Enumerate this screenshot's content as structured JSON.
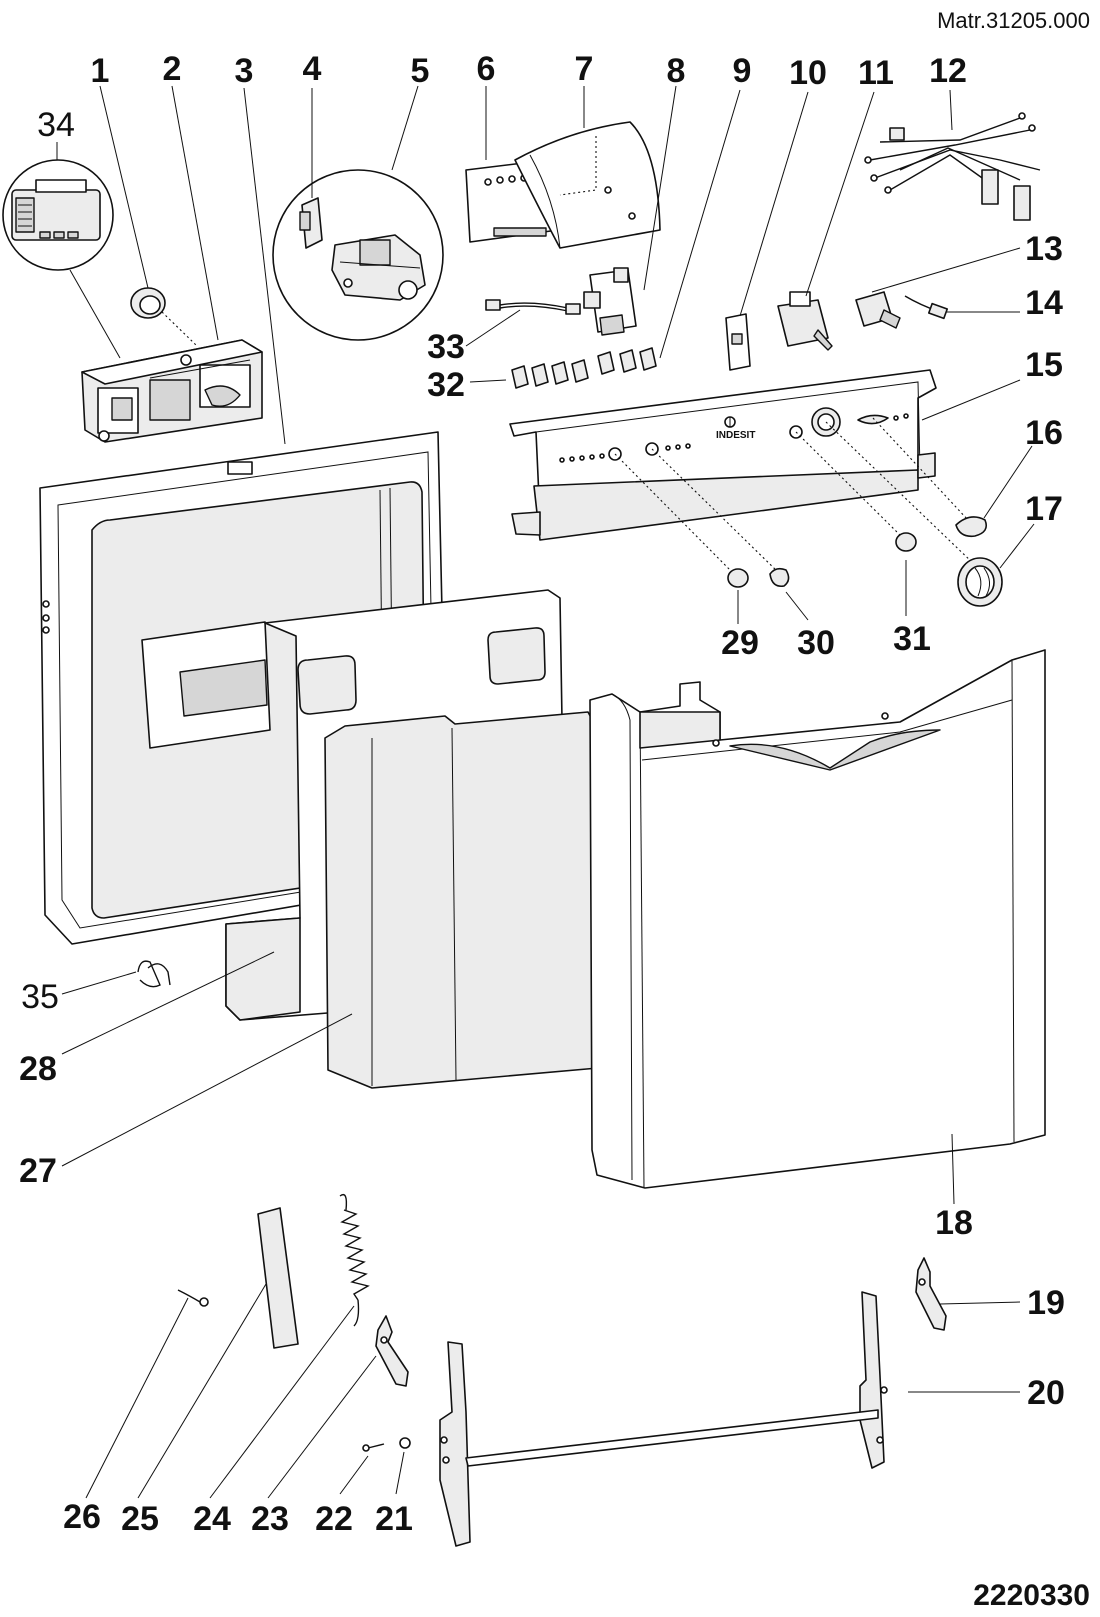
{
  "header": {
    "matr_code": "Matr.31205.000"
  },
  "footer": {
    "drawing_number": "2220330"
  },
  "brand": {
    "panel_logo_text": "INDESIT"
  },
  "callouts": {
    "1": "1",
    "2": "2",
    "3": "3",
    "4": "4",
    "5": "5",
    "6": "6",
    "7": "7",
    "8": "8",
    "9": "9",
    "10": "10",
    "11": "11",
    "12": "12",
    "13": "13",
    "14": "14",
    "15": "15",
    "16": "16",
    "17": "17",
    "18": "18",
    "19": "19",
    "20": "20",
    "21": "21",
    "22": "22",
    "23": "23",
    "24": "24",
    "25": "25",
    "26": "26",
    "27": "27",
    "28": "28",
    "29": "29",
    "30": "30",
    "31": "31",
    "32": "32",
    "33": "33",
    "34": "34",
    "35": "35"
  }
}
